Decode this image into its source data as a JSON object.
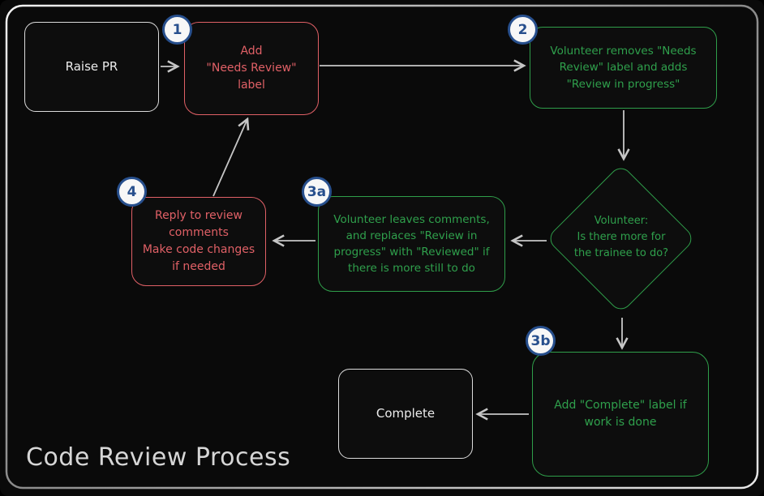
{
  "title": "Code Review Process",
  "colors": {
    "background": "#0a0a0a",
    "red_accent": "#e06066",
    "green_accent": "#2f9e4a",
    "neutral_border": "#dcdcdc",
    "arrow": "#c6c6c6",
    "badge_blue": "#274f8d",
    "title_text": "#d6d6d6"
  },
  "nodes": {
    "raise_pr": {
      "label": "Raise PR"
    },
    "step1": {
      "badge": "1",
      "label": "Add\n\"Needs Review\"\nlabel"
    },
    "step2": {
      "badge": "2",
      "label": "Volunteer removes \"Needs\nReview\" label and adds\n\"Review in progress\""
    },
    "decision": {
      "label": "Volunteer:\nIs there more for\nthe trainee to do?"
    },
    "step3a": {
      "badge": "3a",
      "label": "Volunteer leaves comments,\nand replaces \"Review in\nprogress\" with \"Reviewed\" if\nthere is more still to do"
    },
    "step4": {
      "badge": "4",
      "label": "Reply to review\ncomments\nMake code changes\nif needed"
    },
    "step3b": {
      "badge": "3b",
      "label": "Add \"Complete\" label if\nwork is done"
    },
    "complete": {
      "label": "Complete"
    }
  },
  "edges": [
    {
      "from": "raise_pr",
      "to": "step1"
    },
    {
      "from": "step1",
      "to": "step2"
    },
    {
      "from": "step2",
      "to": "decision"
    },
    {
      "from": "decision",
      "to": "step3a"
    },
    {
      "from": "step3a",
      "to": "step4"
    },
    {
      "from": "step4",
      "to": "step1"
    },
    {
      "from": "decision",
      "to": "step3b"
    },
    {
      "from": "step3b",
      "to": "complete"
    }
  ]
}
